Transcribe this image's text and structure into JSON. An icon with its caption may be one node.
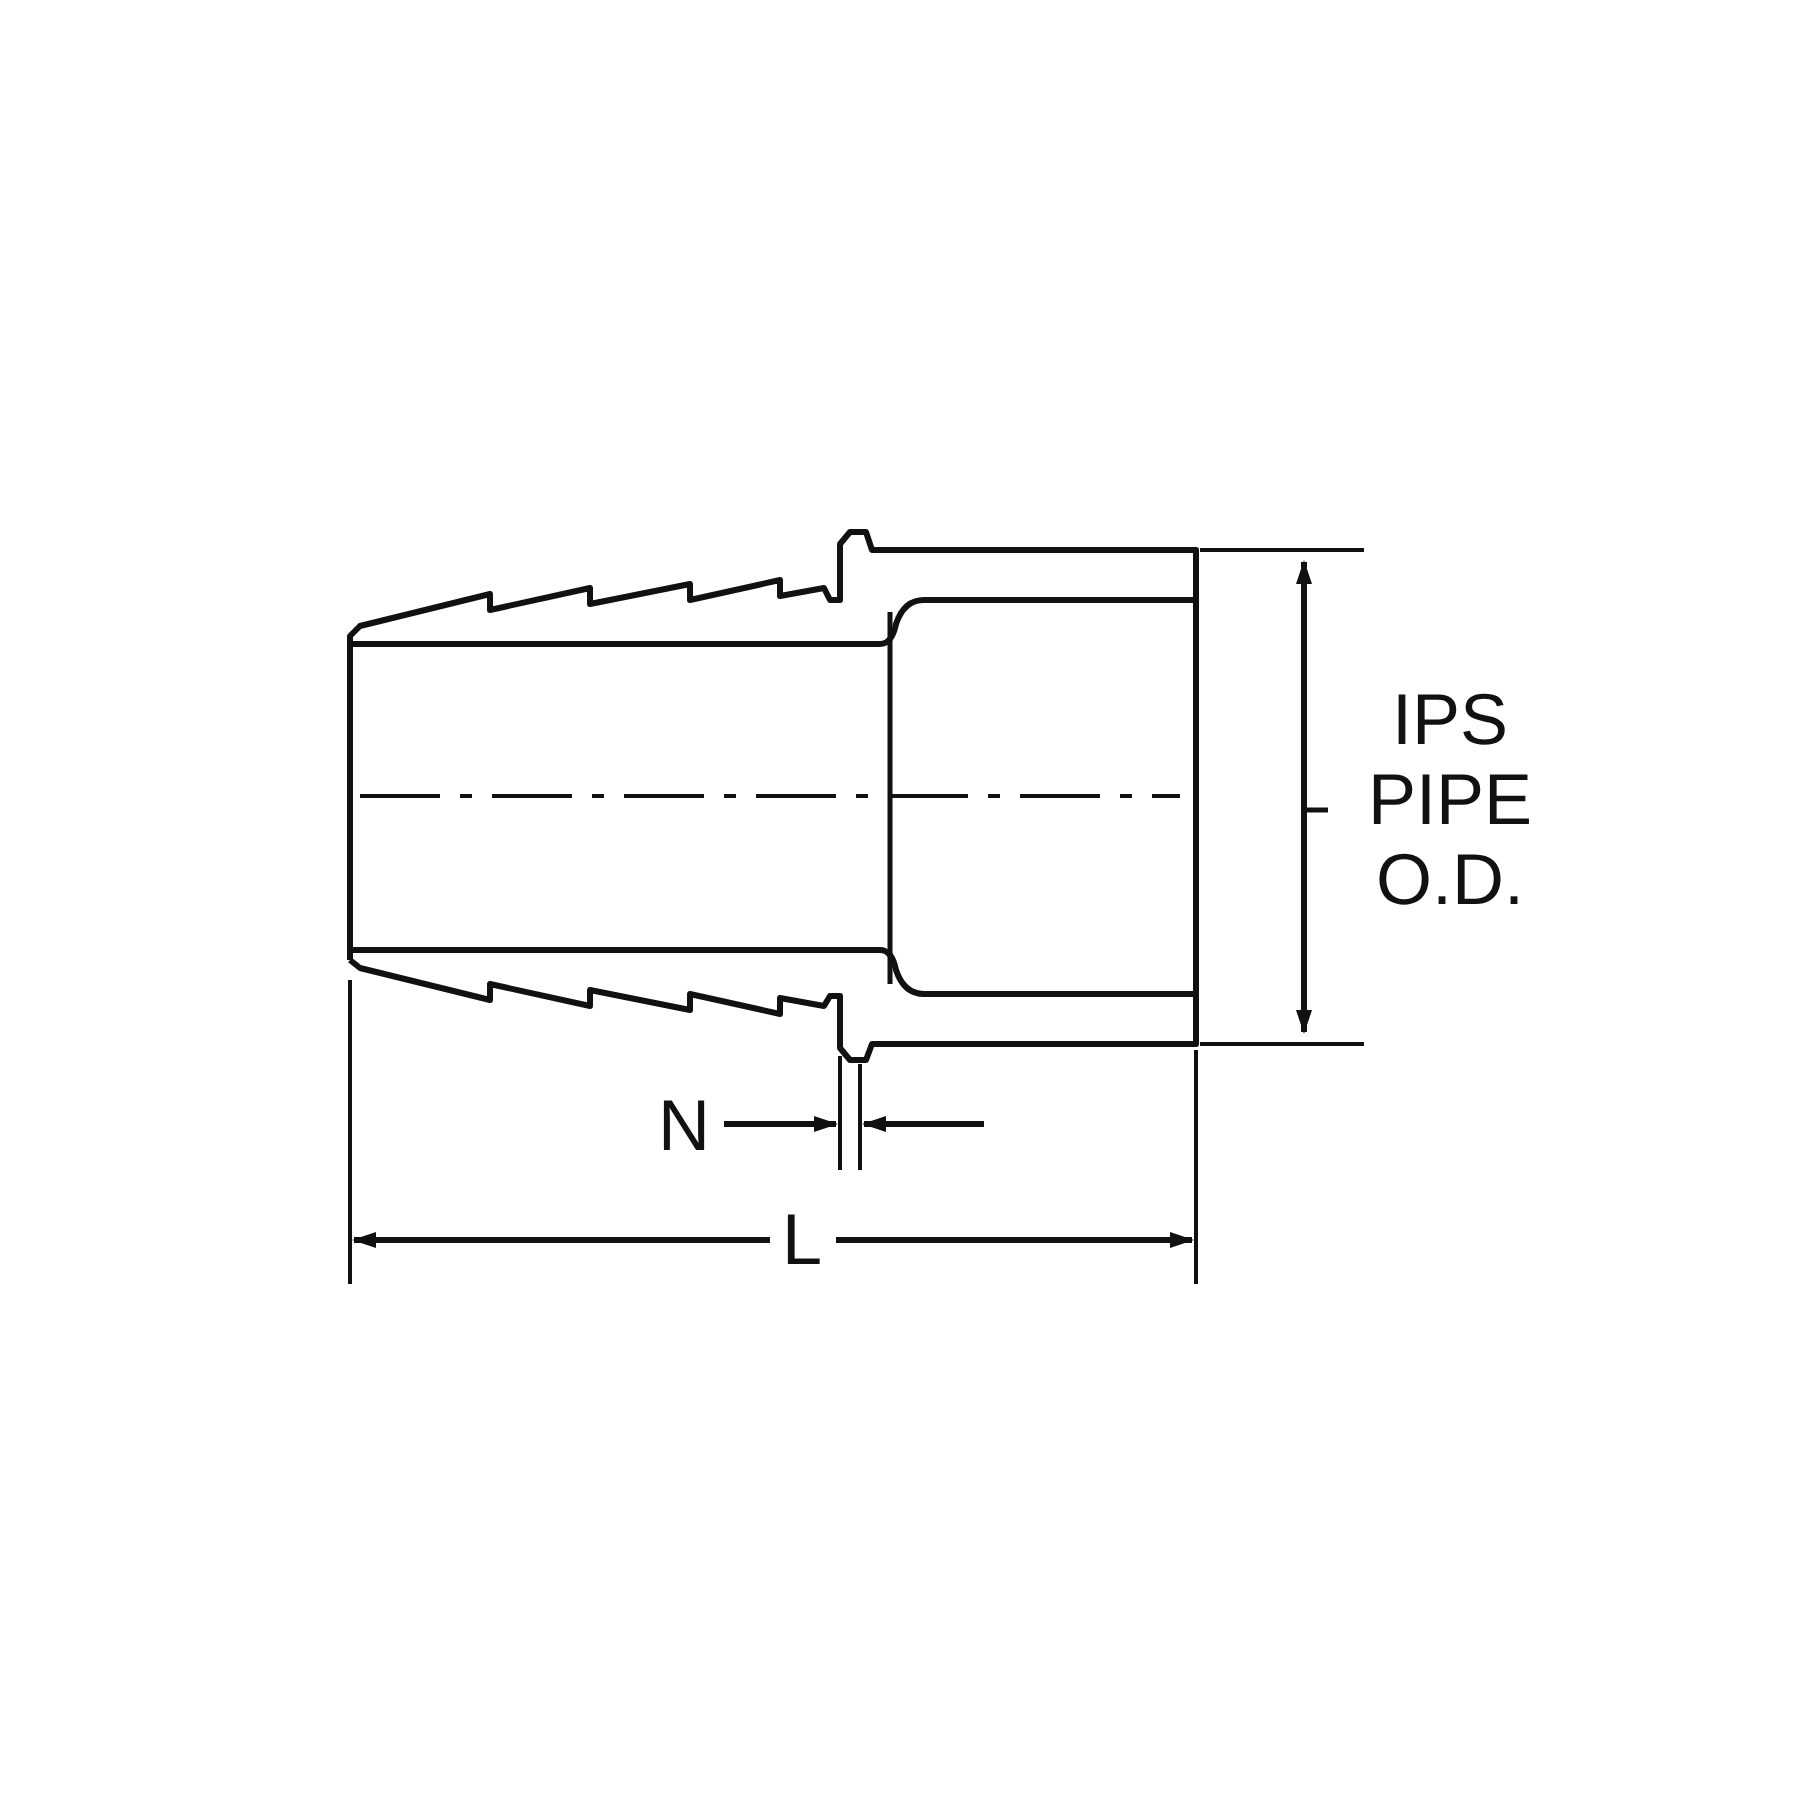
{
  "diagram": {
    "labels": [
      "IPS PIPE O.D.",
      "N",
      "L"
    ]
  }
}
